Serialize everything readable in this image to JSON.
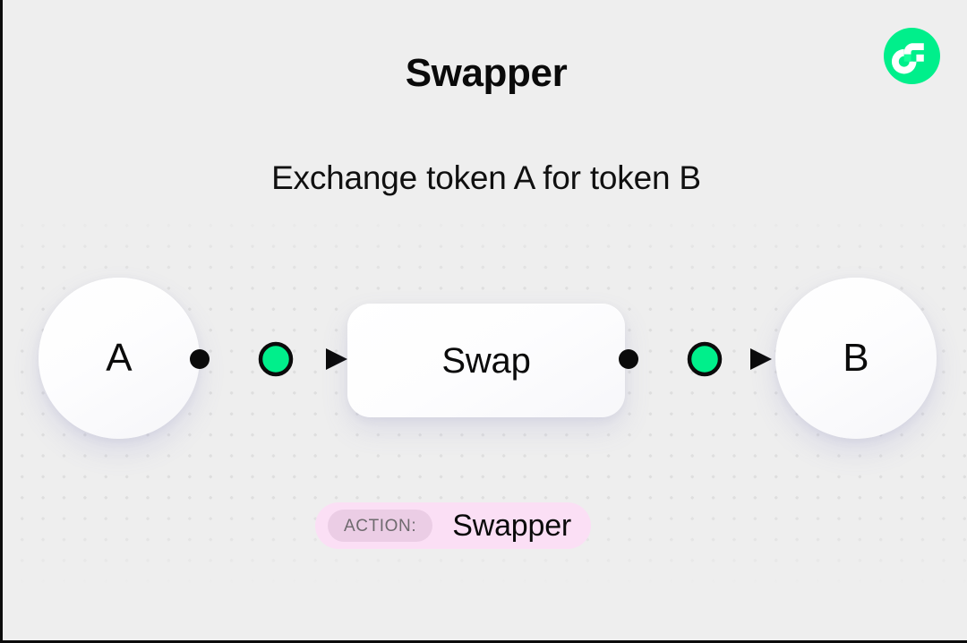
{
  "header": {
    "title": "Swapper",
    "subtitle": "Exchange token A for token B",
    "logo_icon": "flow-logo-icon",
    "logo_color": "#00ef8b"
  },
  "diagram": {
    "source_node": {
      "label": "A",
      "icon": "circle-node-icon"
    },
    "process_node": {
      "label": "Swap",
      "icon": "rounded-box-node-icon"
    },
    "target_node": {
      "label": "B",
      "icon": "circle-node-icon"
    },
    "connectors": [
      {
        "name": "connector-a-to-swap",
        "start_icon": "black-dot-icon",
        "mid_icon": "green-circle-node-icon",
        "end_icon": "arrowhead-icon",
        "line_color": "#0b0b0b",
        "accent_color": "#00ef8b"
      },
      {
        "name": "connector-swap-to-b",
        "start_icon": "black-dot-icon",
        "mid_icon": "green-circle-node-icon",
        "end_icon": "arrowhead-icon",
        "line_color": "#0b0b0b",
        "accent_color": "#00ef8b"
      }
    ]
  },
  "action_badge": {
    "chip_label": "ACTION:",
    "value": "Swapper",
    "background_color": "#fbdff5",
    "chip_color": "#ebcde5",
    "chip_text_color": "#6e6a6e"
  },
  "background": {
    "color": "#eeeeee",
    "dot_color": "#dedede"
  }
}
